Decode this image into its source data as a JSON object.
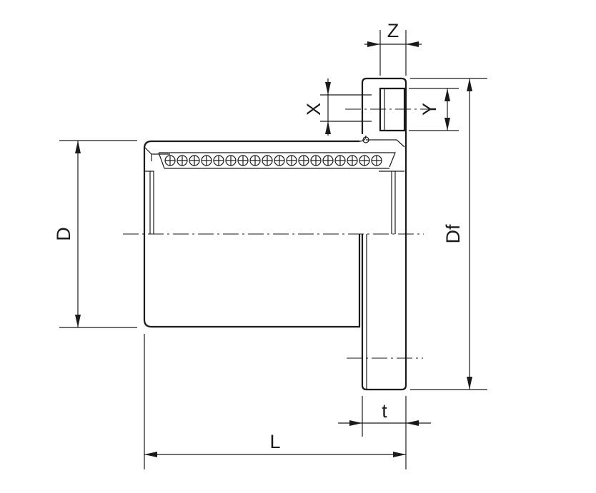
{
  "labels": {
    "z": "Z",
    "x": "X",
    "y": "Y",
    "d": "D",
    "df": "Df",
    "t": "t",
    "l": "L"
  },
  "colors": {
    "line": "#1a1a1a",
    "background": "#ffffff"
  },
  "ball_count": 18
}
